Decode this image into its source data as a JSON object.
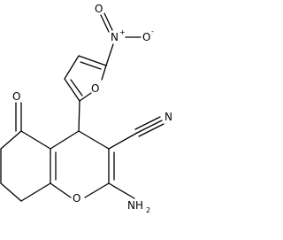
{
  "molecule": {
    "atoms": {
      "nitro_n": "N",
      "nitro_n_charge": "+",
      "nitro_o_right": "O",
      "nitro_o_right_charge": "-",
      "nitro_o_top": "O",
      "furan_o": "O",
      "ketone_o": "O",
      "nitrile_n": "N",
      "amino_label": "NH",
      "amino_subscript": "2",
      "pyran_o": "O"
    }
  }
}
